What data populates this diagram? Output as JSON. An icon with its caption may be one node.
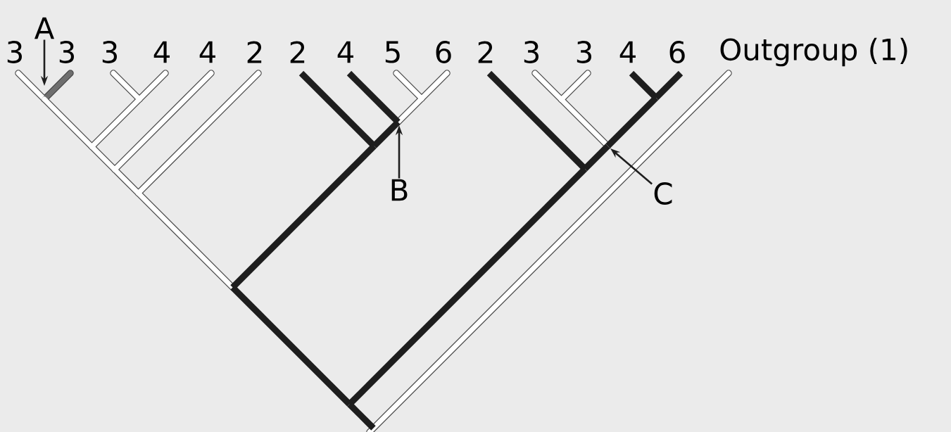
{
  "diagram": {
    "nodes": [
      {
        "text": [
          "A"
        ]
      },
      {
        "text": [
          "B"
        ]
      },
      {
        "text": [
          "C"
        ]
      }
    ],
    "edges": [
      {
        "from": 0,
        "to": null,
        "arrow": "to"
      },
      {
        "from": 1,
        "to": null,
        "arrow": "to"
      },
      {
        "from": 2,
        "to": null,
        "arrow": "to"
      }
    ],
    "labels": [
      "3",
      "3",
      "3",
      "4",
      "4",
      "2",
      "2",
      "4",
      "5",
      "6",
      "2",
      "3",
      "3",
      "4",
      "6",
      "Outgroup (1)"
    ]
  }
}
